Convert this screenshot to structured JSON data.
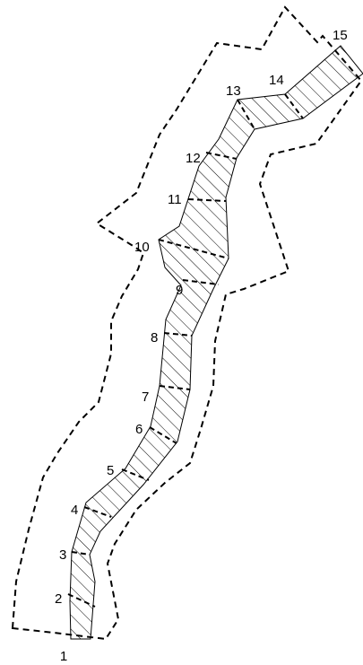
{
  "labels": {
    "n1": "1",
    "n2": "2",
    "n3": "3",
    "n4": "4",
    "n5": "5",
    "n6": "6",
    "n7": "7",
    "n8": "8",
    "n9": "9",
    "n10": "10",
    "n11": "11",
    "n12": "12",
    "n13": "13",
    "n14": "14",
    "n15": "15"
  },
  "colors": {
    "line": "#000000",
    "background": "#ffffff"
  }
}
